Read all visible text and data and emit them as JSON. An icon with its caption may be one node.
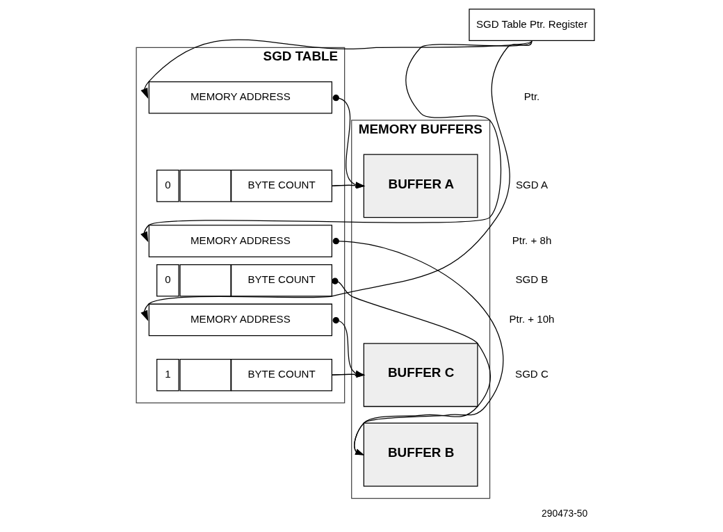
{
  "diagram": {
    "caption": "290473-50",
    "nodes": [
      {
        "text": [
          "SGD Table Ptr. Register"
        ]
      },
      {
        "text": [
          "SGD TABLE"
        ]
      },
      {
        "text": [
          "MEMORY ADDRESS"
        ],
        "in": 1
      },
      {
        "text": [
          "0"
        ],
        "in": 1
      },
      {
        "text": [],
        "shape": "box",
        "in": 1
      },
      {
        "text": [
          "BYTE COUNT"
        ],
        "in": 1
      },
      {
        "text": [
          "MEMORY ADDRESS"
        ],
        "in": 1
      },
      {
        "text": [
          "0"
        ],
        "in": 1
      },
      {
        "text": [],
        "shape": "box",
        "in": 1
      },
      {
        "text": [
          "BYTE COUNT"
        ],
        "in": 1
      },
      {
        "text": [
          "MEMORY ADDRESS"
        ],
        "in": 1
      },
      {
        "text": [
          "1"
        ],
        "in": 1
      },
      {
        "text": [],
        "shape": "box",
        "in": 1
      },
      {
        "text": [
          "BYTE COUNT"
        ],
        "in": 1
      },
      {
        "text": [
          "MEMORY BUFFERS"
        ]
      },
      {
        "text": [
          "BUFFER A"
        ],
        "in": 14
      },
      {
        "text": [
          "BUFFER C"
        ],
        "in": 14
      },
      {
        "text": [
          "BUFFER B"
        ],
        "in": 14
      }
    ],
    "edges": [
      {
        "from": 0,
        "to": 2,
        "arrow": "to"
      },
      {
        "from": 0,
        "to": 6,
        "arrow": "to"
      },
      {
        "from": 0,
        "to": 10,
        "arrow": "to"
      },
      {
        "from": 2,
        "to": 15,
        "arrow": "to"
      },
      {
        "from": 5,
        "to": 15,
        "arrow": "to"
      },
      {
        "from": 6,
        "to": 17,
        "arrow": "to"
      },
      {
        "from": 9,
        "to": 17,
        "arrow": "to"
      },
      {
        "from": 10,
        "to": 16,
        "arrow": "to"
      },
      {
        "from": 13,
        "to": 16,
        "arrow": "to"
      }
    ],
    "labels": [
      "Ptr.",
      "SGD A",
      "Ptr. + 8h",
      "SGD B",
      "Ptr. + 10h",
      "SGD C"
    ]
  }
}
